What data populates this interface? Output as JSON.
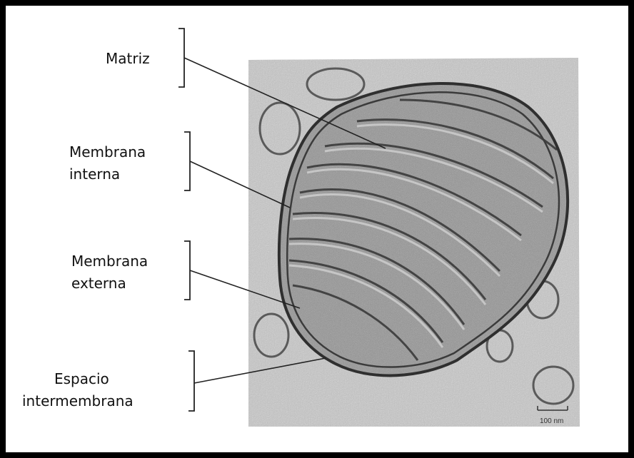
{
  "labels": {
    "matriz": "Matriz",
    "membrana_interna": [
      "Membrana",
      "interna"
    ],
    "membrana_externa": [
      "Membrana",
      "externa"
    ],
    "espacio": [
      "Espacio",
      "intermembrana"
    ]
  },
  "micrograph": {
    "subject": "mitochondrion electron micrograph",
    "scale_bar": "100 nm"
  }
}
